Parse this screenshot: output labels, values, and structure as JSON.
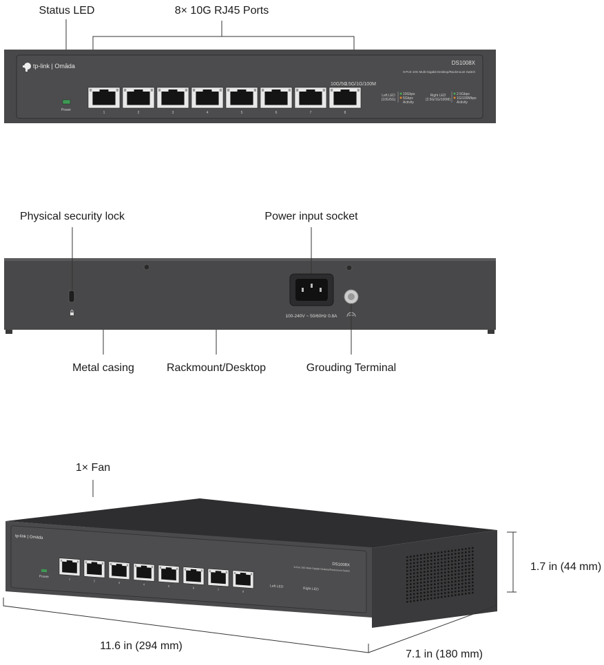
{
  "front_view": {
    "callouts": {
      "status_led": "Status LED",
      "ports": "8× 10G RJ45 Ports"
    },
    "brand": "tp-link | Omāda",
    "model": "DS1008X",
    "subtitle": "8-Port 10G Multi-Gigabit Desktop/Rackmount Switch",
    "power_label": "Power",
    "port_numbers": [
      "1",
      "2",
      "3",
      "4",
      "5",
      "6",
      "7",
      "8"
    ],
    "port8_left_label": "10G/5G",
    "port8_right_label": "2.5G/1G/100M",
    "left_led": {
      "title": "Left LED",
      "subtitle": "(10G/5G)",
      "items": [
        "10Gbps",
        "5Gbps",
        "Activity"
      ]
    },
    "right_led": {
      "title": "Right LED",
      "subtitle": "(2.5G/1G/100M)",
      "items": [
        "2.5Gbps",
        "1G/100Mbps",
        "Activity"
      ]
    },
    "colors": {
      "green": "#4caf50",
      "orange": "#e08a2c",
      "panel": "#4a4a4c"
    }
  },
  "rear_view": {
    "callouts": {
      "security_lock": "Physical security lock",
      "power_socket": "Power input socket",
      "metal_casing": "Metal casing",
      "rackmount": "Rackmount/Desktop",
      "grounding": "Grouding Terminal"
    },
    "power_rating": "100-240V ~ 50/60Hz 0.8A"
  },
  "iso_view": {
    "fan_callout": "1× Fan",
    "height": "1.7 in (44 mm)",
    "width": "11.6 in (294 mm)",
    "depth": "7.1 in (180 mm)"
  }
}
